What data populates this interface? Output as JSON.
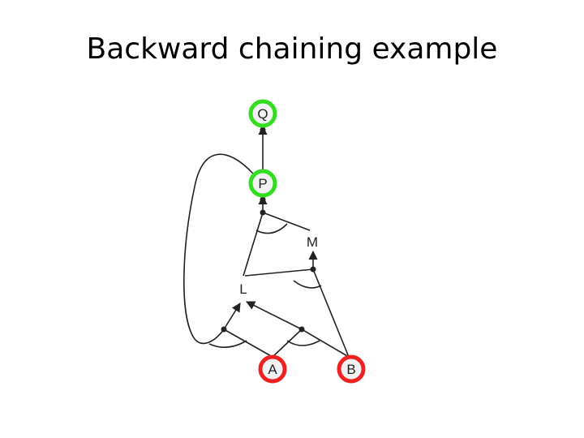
{
  "slide": {
    "title": "Backward chaining example"
  },
  "nodes": [
    {
      "id": "Q",
      "label": "Q",
      "status": "proved"
    },
    {
      "id": "P",
      "label": "P",
      "status": "proved"
    },
    {
      "id": "M",
      "label": "M",
      "status": "unknown"
    },
    {
      "id": "L",
      "label": "L",
      "status": "unknown"
    },
    {
      "id": "A",
      "label": "A",
      "status": "fact"
    },
    {
      "id": "B",
      "label": "B",
      "status": "fact"
    }
  ],
  "colors": {
    "proved_ring": "#33dd22",
    "fact_ring": "#ee2222",
    "node_fill": "#f2f2f2",
    "edge": "#222222"
  }
}
